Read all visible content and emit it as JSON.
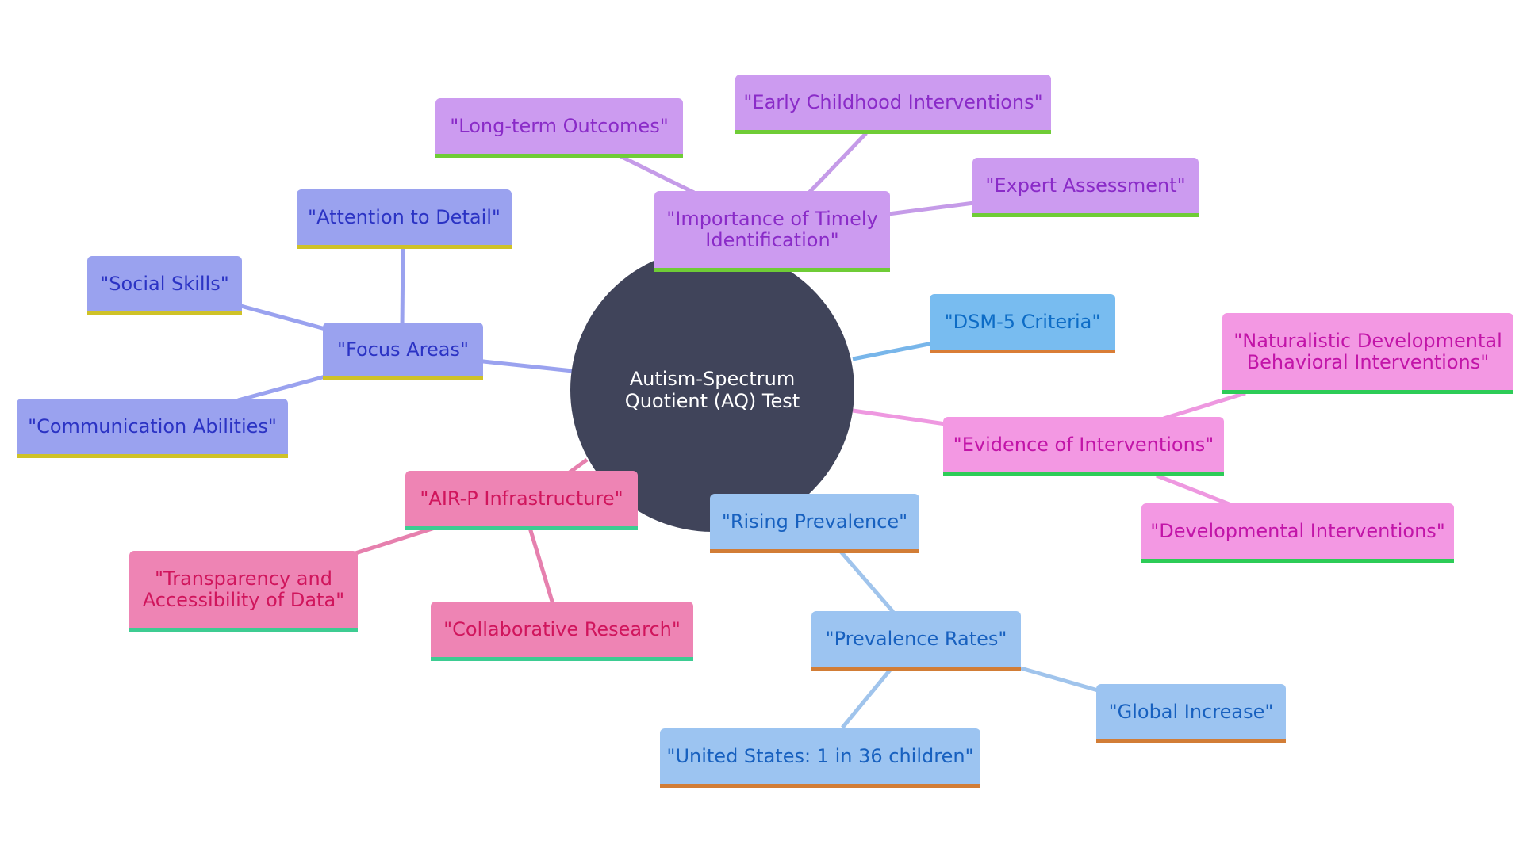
{
  "center": {
    "label": "Autism-Spectrum Quotient (AQ) Test"
  },
  "branches": {
    "focus_areas": {
      "label": "\"Focus Areas\"",
      "colors": {
        "fill": "#9aa2ef",
        "text": "#2b33c4",
        "underline": "#cfc227",
        "edge": "#9aa2ef"
      },
      "children": {
        "attention_to_detail": "\"Attention to Detail\"",
        "social_skills": "\"Social Skills\"",
        "communication_abilities": "\"Communication Abilities\""
      }
    },
    "timely_identification": {
      "label": "\"Importance of Timely Identification\"",
      "colors": {
        "fill": "#cc9bf0",
        "text": "#8a2bc8",
        "underline": "#6fcc36",
        "edge": "#c59be8"
      },
      "children": {
        "long_term_outcomes": "\"Long-term Outcomes\"",
        "early_childhood_interventions": "\"Early Childhood Interventions\"",
        "expert_assessment": "\"Expert Assessment\""
      }
    },
    "dsm5": {
      "label": "\"DSM-5 Criteria\"",
      "colors": {
        "fill": "#78bcf0",
        "text": "#0d6cc6",
        "underline": "#d97d36",
        "edge": "#78b6ea"
      }
    },
    "evidence_of_interventions": {
      "label": "\"Evidence of Interventions\"",
      "colors": {
        "fill": "#f398e3",
        "text": "#c214a8",
        "underline": "#2dcc57",
        "edge": "#ee98e0"
      },
      "children": {
        "ndbi": "\"Naturalistic Developmental Behavioral Interventions\"",
        "developmental_interventions": "\"Developmental Interventions\""
      }
    },
    "air_p": {
      "label": "\"AIR-P Infrastructure\"",
      "colors": {
        "fill": "#ee84b4",
        "text": "#d0155c",
        "underline": "#3dcc92",
        "edge": "#e680ae"
      },
      "children": {
        "transparency": "\"Transparency and Accessibility of Data\"",
        "collaborative_research": "\"Collaborative Research\""
      }
    },
    "rising_prevalence": {
      "label": "\"Rising Prevalence\"",
      "colors": {
        "fill": "#9cc4f1",
        "text": "#1760bf",
        "underline": "#d27d36",
        "edge": "#a0c4ec"
      },
      "children": {
        "prevalence_rates": {
          "label": "\"Prevalence Rates\"",
          "children": {
            "united_states": "\"United States: 1 in 36 children\"",
            "global_increase": "\"Global Increase\""
          }
        }
      }
    }
  }
}
